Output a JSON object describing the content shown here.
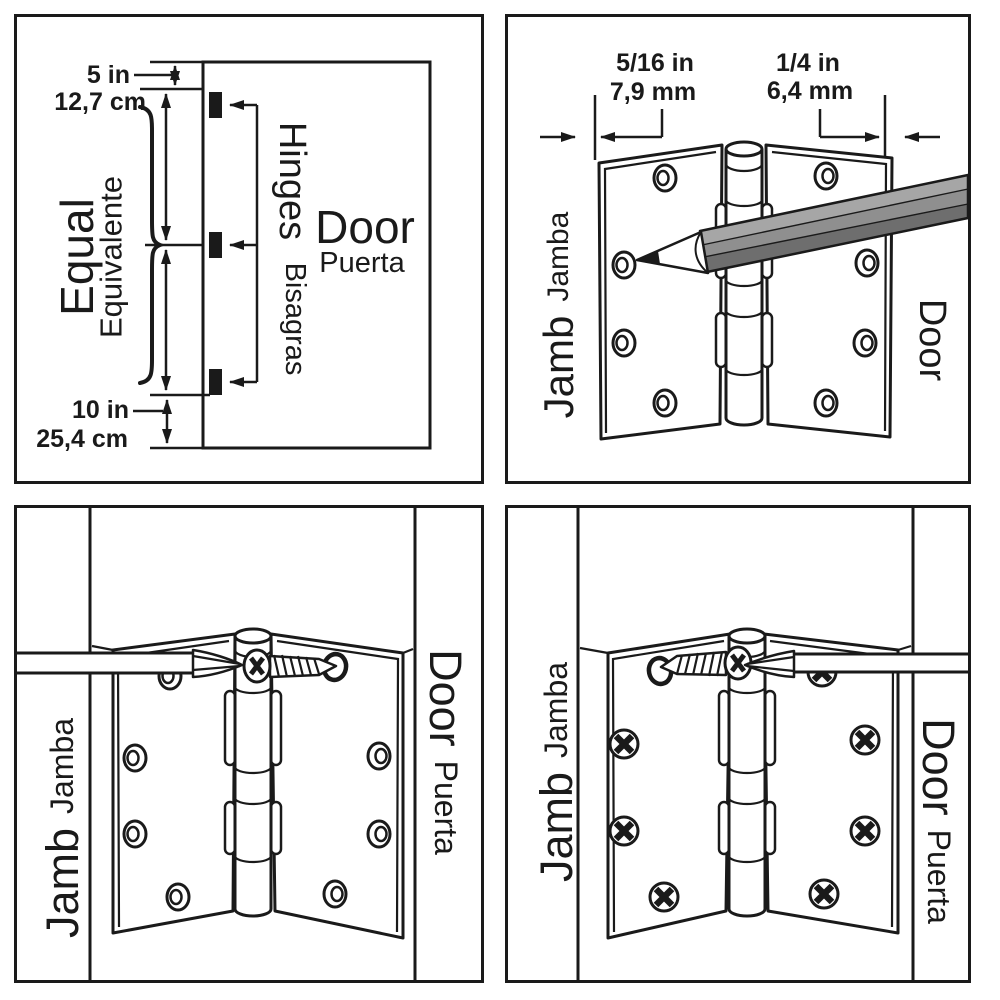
{
  "diagram_title": "Door hinge installation instructions",
  "colors": {
    "line": "#1a1a1a",
    "background": "#ffffff",
    "pencil_light": "#a6a6a6",
    "pencil_mid": "#8f8f8f",
    "pencil_dark": "#6e6e6e"
  },
  "panels": {
    "hinge_spacing": {
      "top_dim": {
        "imperial": "5 in",
        "metric": "12,7 cm"
      },
      "bottom_dim": {
        "imperial": "10 in",
        "metric": "25,4 cm"
      },
      "equal": {
        "en": "Equal",
        "es": "Equivalente"
      },
      "hinges": {
        "en": "Hinges",
        "es": "Bisagras"
      },
      "door": {
        "en": "Door",
        "es": "Puerta"
      }
    },
    "mark_pilot_holes": {
      "jamb_dim": {
        "imperial": "5/16 in",
        "metric": "7,9 mm"
      },
      "door_dim": {
        "imperial": "1/4 in",
        "metric": "6,4 mm"
      },
      "jamb": {
        "en": "Jamb",
        "es": "Jamba"
      },
      "door": {
        "en": "Door"
      }
    },
    "drive_first_screw": {
      "jamb": {
        "en": "Jamb",
        "es": "Jamba"
      },
      "door": {
        "en": "Door",
        "es": "Puerta"
      }
    },
    "drive_all_screws": {
      "jamb": {
        "en": "Jamb",
        "es": "Jamba"
      },
      "door": {
        "en": "Door",
        "es": "Puerta"
      }
    }
  }
}
